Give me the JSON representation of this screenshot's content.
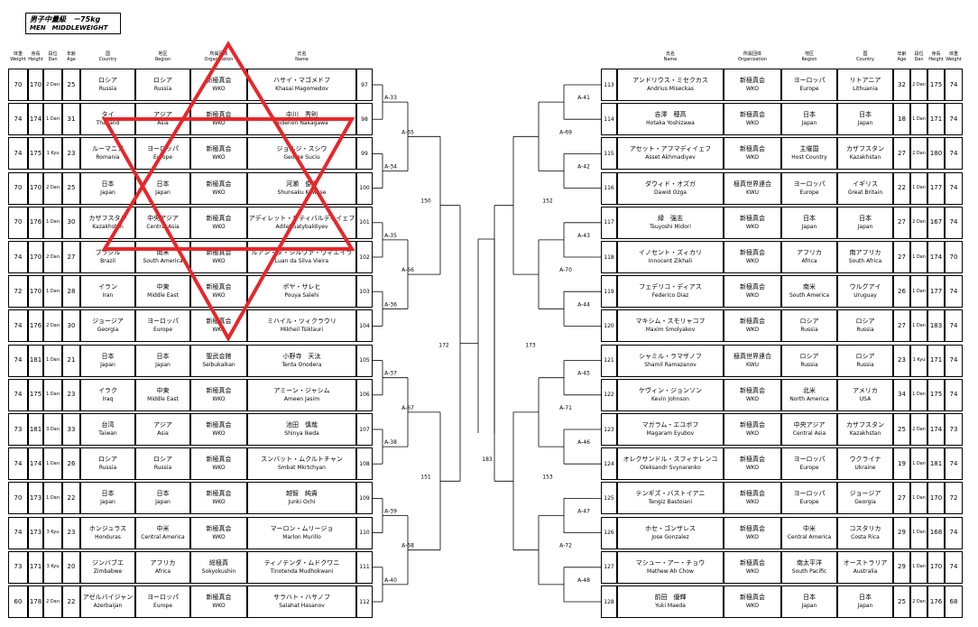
{
  "title": {
    "jp": "男子中量級　－75kg",
    "en": "MEN　MIDDLEWEIGHT"
  },
  "left_headers": {
    "weight": {
      "jp": "体重",
      "en": "Weight"
    },
    "height": {
      "jp": "身長",
      "en": "Height"
    },
    "dan": {
      "jp": "段位",
      "en": "Dan"
    },
    "age": {
      "jp": "年齢",
      "en": "Age"
    },
    "country": {
      "jp": "国",
      "en": "Country"
    },
    "region": {
      "jp": "地区",
      "en": "Region"
    },
    "org": {
      "jp": "所属団体",
      "en": "Organization"
    },
    "name": {
      "jp": "氏名",
      "en": "Name"
    }
  },
  "right_headers": {
    "name": {
      "jp": "氏名",
      "en": "Name"
    },
    "org": {
      "jp": "所属団体",
      "en": "Organization"
    },
    "region": {
      "jp": "地区",
      "en": "Region"
    },
    "country": {
      "jp": "国",
      "en": "Country"
    },
    "age": {
      "jp": "年齢",
      "en": "Age"
    },
    "dan": {
      "jp": "段位",
      "en": "Dan"
    },
    "height": {
      "jp": "身長",
      "en": "Height"
    },
    "weight": {
      "jp": "体重",
      "en": "Weight"
    }
  },
  "left_players": [
    {
      "seed": "97",
      "weight": "70",
      "height": "170",
      "dan": "2 Dan",
      "age": "25",
      "country_jp": "ロシア",
      "country_en": "Russia",
      "region_jp": "ロシア",
      "region_en": "Russia",
      "org_jp": "新極真会",
      "org_en": "WKO",
      "name_jp": "ハサイ・マゴメドフ",
      "name_en": "Khasai Magomedov"
    },
    {
      "seed": "98",
      "weight": "74",
      "height": "174",
      "dan": "1 Dan",
      "age": "31",
      "country_jp": "タイ",
      "country_en": "Thailand",
      "region_jp": "アジア",
      "region_en": "Asia",
      "org_jp": "新極真会",
      "org_en": "WKO",
      "name_jp": "中川　秀則",
      "name_en": "Hidenori Nakagawa"
    },
    {
      "seed": "99",
      "weight": "74",
      "height": "175",
      "dan": "1 Kyu",
      "age": "23",
      "country_jp": "ルーマニア",
      "country_en": "Romania",
      "region_jp": "ヨーロッパ",
      "region_en": "Europe",
      "org_jp": "新極真会",
      "org_en": "WKO",
      "name_jp": "ジョルジ・スシウ",
      "name_en": "George Suciu"
    },
    {
      "seed": "100",
      "weight": "70",
      "height": "170",
      "dan": "2 Dan",
      "age": "25",
      "country_jp": "日本",
      "country_en": "Japan",
      "region_jp": "日本",
      "region_en": "Japan",
      "org_jp": "新極真会",
      "org_en": "WKO",
      "name_jp": "河瀬　俊作",
      "name_en": "Shunsaku Kawase"
    },
    {
      "seed": "101",
      "weight": "70",
      "height": "176",
      "dan": "1 Dan",
      "age": "30",
      "country_jp": "カザフスタン",
      "country_en": "Kazakhstan",
      "region_jp": "中央アジア",
      "region_en": "Central Asia",
      "org_jp": "新極真会",
      "org_en": "WKO",
      "name_jp": "アディレット・サティバルディイェフ",
      "name_en": "Adilet Satybaldiyev"
    },
    {
      "seed": "102",
      "weight": "74",
      "height": "170",
      "dan": "2 Dan",
      "age": "27",
      "country_jp": "ブラジル",
      "country_en": "Brazil",
      "region_jp": "南米",
      "region_en": "South America",
      "org_jp": "新極真会",
      "org_en": "WKO",
      "name_jp": "ルアン・ダ・シルヴァ・ヴィエイラ",
      "name_en": "Luan da Silva Vieira"
    },
    {
      "seed": "103",
      "weight": "72",
      "height": "170",
      "dan": "1 Dan",
      "age": "28",
      "country_jp": "イラン",
      "country_en": "Iran",
      "region_jp": "中東",
      "region_en": "Middle East",
      "org_jp": "新極真会",
      "org_en": "WKO",
      "name_jp": "ポヤ・サレヒ",
      "name_en": "Pouya Salehi"
    },
    {
      "seed": "104",
      "weight": "74",
      "height": "176",
      "dan": "2 Dan",
      "age": "30",
      "country_jp": "ジョージア",
      "country_en": "Georgia",
      "region_jp": "ヨーロッパ",
      "region_en": "Europe",
      "org_jp": "新極真会",
      "org_en": "WKO",
      "name_jp": "ミハイル・ツィクラウリ",
      "name_en": "Mikheil Tsiklauri"
    },
    {
      "seed": "105",
      "weight": "74",
      "height": "181",
      "dan": "1 Dan",
      "age": "21",
      "country_jp": "日本",
      "country_en": "Japan",
      "region_jp": "日本",
      "region_en": "Japan",
      "org_jp": "聖武会館",
      "org_en": "Seibukaikan",
      "name_jp": "小野寺　天汰",
      "name_en": "Tenta Onodera"
    },
    {
      "seed": "106",
      "weight": "74",
      "height": "175",
      "dan": "1 Dan",
      "age": "23",
      "country_jp": "イラク",
      "country_en": "Iraq",
      "region_jp": "中東",
      "region_en": "Middle East",
      "org_jp": "新極真会",
      "org_en": "WKO",
      "name_jp": "アミーン・ジャシム",
      "name_en": "Ameen Jasim"
    },
    {
      "seed": "107",
      "weight": "73",
      "height": "181",
      "dan": "3 Dan",
      "age": "33",
      "country_jp": "台湾",
      "country_en": "Taiwan",
      "region_jp": "アジア",
      "region_en": "Asia",
      "org_jp": "新極真会",
      "org_en": "WKO",
      "name_jp": "池田　慎哉",
      "name_en": "Shinya Ikeda"
    },
    {
      "seed": "108",
      "weight": "74",
      "height": "174",
      "dan": "1 Dan",
      "age": "26",
      "country_jp": "ロシア",
      "country_en": "Russia",
      "region_jp": "ロシア",
      "region_en": "Russia",
      "org_jp": "新極真会",
      "org_en": "WKO",
      "name_jp": "スンバット・ムクルトチャン",
      "name_en": "Smbat Mkrtchyan"
    },
    {
      "seed": "109",
      "weight": "70",
      "height": "173",
      "dan": "1 Dan",
      "age": "22",
      "country_jp": "日本",
      "country_en": "Japan",
      "region_jp": "日本",
      "region_en": "Japan",
      "org_jp": "新極真会",
      "org_en": "WKO",
      "name_jp": "越智　純貴",
      "name_en": "Junki Ochi"
    },
    {
      "seed": "110",
      "weight": "74",
      "height": "173",
      "dan": "3 Kyu",
      "age": "23",
      "country_jp": "ホンジュラス",
      "country_en": "Honduras",
      "region_jp": "中米",
      "region_en": "Central America",
      "org_jp": "新極真会",
      "org_en": "WKO",
      "name_jp": "マーロン・ムリージョ",
      "name_en": "Marlon Murillo"
    },
    {
      "seed": "111",
      "weight": "73",
      "height": "171",
      "dan": "3 Kyu",
      "age": "20",
      "country_jp": "ジンバブエ",
      "country_en": "Zimbabwe",
      "region_jp": "アフリカ",
      "region_en": "Africa",
      "org_jp": "総極真",
      "org_en": "Sokyokushin",
      "name_jp": "ティノテンダ・ムドクワニ",
      "name_en": "Tinotenda Mudhokwani"
    },
    {
      "seed": "112",
      "weight": "60",
      "height": "178",
      "dan": "2 Dan",
      "age": "22",
      "country_jp": "アゼルバイジャン",
      "country_en": "Azerbaijan",
      "region_jp": "ヨーロッパ",
      "region_en": "Europe",
      "org_jp": "新極真会",
      "org_en": "WKO",
      "name_jp": "サラハト・ハサノフ",
      "name_en": "Salahat Hasanov"
    }
  ],
  "right_players": [
    {
      "seed": "113",
      "weight": "74",
      "height": "175",
      "dan": "2 Dan",
      "age": "32",
      "country_jp": "リトアニア",
      "country_en": "Lithuania",
      "region_jp": "ヨーロッパ",
      "region_en": "Europe",
      "org_jp": "新極真会",
      "org_en": "WKO",
      "name_jp": "アンドリウス・ミセクカス",
      "name_en": "Andrius Miseckas"
    },
    {
      "seed": "114",
      "weight": "74",
      "height": "171",
      "dan": "1 Dan",
      "age": "18",
      "country_jp": "日本",
      "country_en": "Japan",
      "region_jp": "日本",
      "region_en": "Japan",
      "org_jp": "新極真会",
      "org_en": "WKO",
      "name_jp": "吉澤　穂高",
      "name_en": "Hotaka Yoshizawa"
    },
    {
      "seed": "115",
      "weight": "74",
      "height": "180",
      "dan": "2 Dan",
      "age": "27",
      "country_jp": "カザフスタン",
      "country_en": "Kazakhstan",
      "region_jp": "主催国",
      "region_en": "Host Country",
      "org_jp": "新極真会",
      "org_en": "WKO",
      "name_jp": "アセット・アフマディイェフ",
      "name_en": "Asset Akhmadiyev"
    },
    {
      "seed": "116",
      "weight": "74",
      "height": "177",
      "dan": "1 Dan",
      "age": "22",
      "country_jp": "イギリス",
      "country_en": "Great Britain",
      "region_jp": "ヨーロッパ",
      "region_en": "Europe",
      "org_jp": "極真世界連合",
      "org_en": "KWU",
      "name_jp": "ダウィド・オズガ",
      "name_en": "Dawid Ozga"
    },
    {
      "seed": "117",
      "weight": "74",
      "height": "167",
      "dan": "2 Dan",
      "age": "27",
      "country_jp": "日本",
      "country_en": "Japan",
      "region_jp": "日本",
      "region_en": "Japan",
      "org_jp": "新極真会",
      "org_en": "WKO",
      "name_jp": "緑　強志",
      "name_en": "Tsuyoshi Midori"
    },
    {
      "seed": "118",
      "weight": "70",
      "height": "174",
      "dan": "1 Dan",
      "age": "27",
      "country_jp": "南アフリカ",
      "country_en": "South Africa",
      "region_jp": "アフリカ",
      "region_en": "Africa",
      "org_jp": "新極真会",
      "org_en": "WKO",
      "name_jp": "イノセント・ズィカリ",
      "name_en": "Innocent Zikhali"
    },
    {
      "seed": "119",
      "weight": "74",
      "height": "177",
      "dan": "1 Dan",
      "age": "26",
      "country_jp": "ウルグアイ",
      "country_en": "Uruguay",
      "region_jp": "南米",
      "region_en": "South America",
      "org_jp": "新極真会",
      "org_en": "WKO",
      "name_jp": "フェデリコ・ディアス",
      "name_en": "Federico Diaz"
    },
    {
      "seed": "120",
      "weight": "74",
      "height": "183",
      "dan": "1 Dan",
      "age": "27",
      "country_jp": "ロシア",
      "country_en": "Russia",
      "region_jp": "ロシア",
      "region_en": "Russia",
      "org_jp": "新極真会",
      "org_en": "WKO",
      "name_jp": "マキシム・スモリャコフ",
      "name_en": "Maxim Smolyakov"
    },
    {
      "seed": "121",
      "weight": "74",
      "height": "171",
      "dan": "1 Kyu",
      "age": "23",
      "country_jp": "ロシア",
      "country_en": "Russia",
      "region_jp": "ロシア",
      "region_en": "Russia",
      "org_jp": "極真世界連合",
      "org_en": "KWU",
      "name_jp": "シャミル・ラマザノフ",
      "name_en": "Shamil Ramazanov"
    },
    {
      "seed": "122",
      "weight": "74",
      "height": "175",
      "dan": "1 Dan",
      "age": "34",
      "country_jp": "アメリカ",
      "country_en": "USA",
      "region_jp": "北米",
      "region_en": "North America",
      "org_jp": "新極真会",
      "org_en": "WKO",
      "name_jp": "ケヴィン・ジョンソン",
      "name_en": "Kevin Johnson"
    },
    {
      "seed": "123",
      "weight": "73",
      "height": "174",
      "dan": "2 Dan",
      "age": "25",
      "country_jp": "カザフスタン",
      "country_en": "Kazakhstan",
      "region_jp": "中央アジア",
      "region_en": "Central Asia",
      "org_jp": "新極真会",
      "org_en": "WKO",
      "name_jp": "マガラム・エユボフ",
      "name_en": "Magaram Eyubov"
    },
    {
      "seed": "124",
      "weight": "74",
      "height": "181",
      "dan": "1 Dan",
      "age": "19",
      "country_jp": "ウクライナ",
      "country_en": "Ukraine",
      "region_jp": "ヨーロッパ",
      "region_en": "Europe",
      "org_jp": "新極真会",
      "org_en": "WKO",
      "name_jp": "オレクサンドル・スフィナレンコ",
      "name_en": "Oleksandr Svynarenko"
    },
    {
      "seed": "125",
      "weight": "72",
      "height": "170",
      "dan": "1 Dan",
      "age": "27",
      "country_jp": "ジョージア",
      "country_en": "Georgia",
      "region_jp": "ヨーロッパ",
      "region_en": "Europe",
      "org_jp": "新極真会",
      "org_en": "WKO",
      "name_jp": "テンギズ・バストイアニ",
      "name_en": "Tengiz Bastoiani"
    },
    {
      "seed": "126",
      "weight": "74",
      "height": "168",
      "dan": "1 Dan",
      "age": "29",
      "country_jp": "コスタリカ",
      "country_en": "Costa Rica",
      "region_jp": "中米",
      "region_en": "Central America",
      "org_jp": "新極真会",
      "org_en": "WKO",
      "name_jp": "ホセ・ゴンザレス",
      "name_en": "Jose Gonzalez"
    },
    {
      "seed": "127",
      "weight": "74",
      "height": "170",
      "dan": "1 Dan",
      "age": "29",
      "country_jp": "オーストラリア",
      "country_en": "Australia",
      "region_jp": "南太平洋",
      "region_en": "South Pacific",
      "org_jp": "新極真会",
      "org_en": "WKO",
      "name_jp": "マシュー・アー・チョウ",
      "name_en": "Mathew Ah Chow"
    },
    {
      "seed": "128",
      "weight": "68",
      "height": "176",
      "dan": "2 Dan",
      "age": "25",
      "country_jp": "日本",
      "country_en": "Japan",
      "region_jp": "日本",
      "region_en": "Japan",
      "org_jp": "新極真会",
      "org_en": "WKO",
      "name_jp": "前田　優輝",
      "name_en": "Yuki Maeda"
    }
  ],
  "bracket": {
    "left_r1": [
      "A-33",
      "A-34",
      "A-35",
      "A-36",
      "A-37",
      "A-38",
      "A-39",
      "A-40"
    ],
    "left_r2": [
      "A-65",
      "A-66",
      "A-67",
      "A-68"
    ],
    "left_r3": [
      "150",
      "151"
    ],
    "left_r4": "172",
    "final": "183",
    "right_r4": "173",
    "right_r3": [
      "152",
      "153"
    ],
    "right_r2": [
      "A-69",
      "A-70",
      "A-71",
      "A-72"
    ],
    "right_r1": [
      "A-41",
      "A-42",
      "A-43",
      "A-44",
      "A-45",
      "A-46",
      "A-47",
      "A-48"
    ]
  },
  "colors": {
    "star": "#e8262a",
    "line": "#000000"
  }
}
